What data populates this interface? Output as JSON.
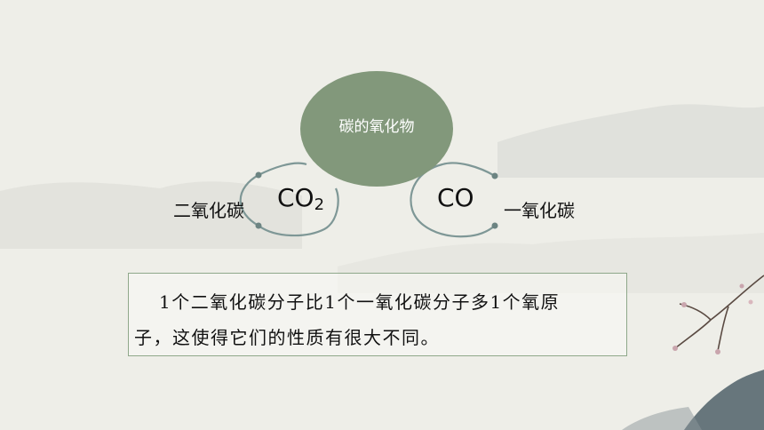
{
  "diagram": {
    "center": "碳的氧化物",
    "left_formula": {
      "base": "CO",
      "sub": "2"
    },
    "left_name": "二氧化碳",
    "right_formula": "CO",
    "right_name": "一氧化碳"
  },
  "note": {
    "line1": "1个二氧化碳分子比1个一氧化碳分子多1个氧原",
    "line2": "子，这使得它们的性质有很大不同。"
  },
  "colors": {
    "circle_fill": "#82987b",
    "arc_stroke": "#7e9796",
    "box_border": "#8fa88a"
  }
}
